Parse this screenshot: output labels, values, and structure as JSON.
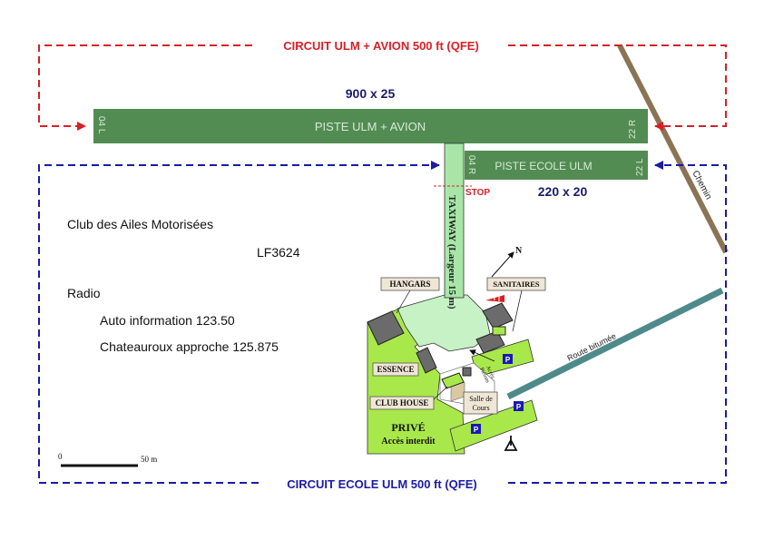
{
  "circuits": {
    "upper": {
      "label": "CIRCUIT ULM + AVION 500 ft (QFE)",
      "color": "#d81f26"
    },
    "lower": {
      "label": "CIRCUIT ECOLE ULM 500 ft (QFE)",
      "color": "#1a1aa6"
    }
  },
  "runways": {
    "main": {
      "label": "PISTE ULM + AVION",
      "dimensions": "900 x 25",
      "end_left": "04 L",
      "end_right": "22 R"
    },
    "school": {
      "label": "PISTE ECOLE ULM",
      "dimensions": "220 x 20",
      "end_left": "04 R",
      "end_right": "22 L"
    }
  },
  "taxiway": {
    "label": "TAXIWAY (Largeur 15 m)",
    "stop_label": "STOP"
  },
  "roads": {
    "chemin": "Chemin",
    "route": "Route bitumée"
  },
  "buildings": {
    "hangars": "HANGARS",
    "sanitaires": "SANITAIRES",
    "essence": "ESSENCE",
    "club_house": "CLUB HOUSE",
    "salle_line1": "Salle de",
    "salle_line2": "Cours",
    "acces_line1": "Accès",
    "acces_line2": "Piétons"
  },
  "prive": {
    "line1": "PRIVÉ",
    "line2": "Accès interdit"
  },
  "parking": "P",
  "north": "N",
  "scale": {
    "start": "0",
    "end": "50 m"
  },
  "info": {
    "club": "Club des Ailes Motorisées",
    "code": "LF3624",
    "radio_title": "Radio",
    "auto_info": "Auto information 123.50",
    "approach": "Chateauroux approche 125.875"
  },
  "colors": {
    "runway": "#528c52",
    "taxiway": "#a8e6a8",
    "apron": "#c6f2c6",
    "private_zone": "#a9e84a",
    "building": "#6b6b6b",
    "chemin": "#8b7355",
    "route": "#4e8a8a"
  }
}
